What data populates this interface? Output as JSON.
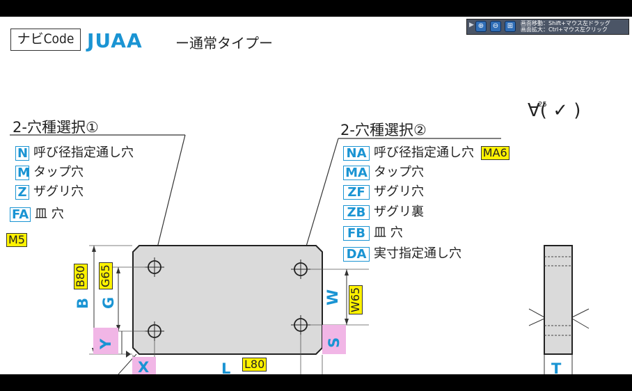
{
  "header": {
    "navi_label": "ナビCode",
    "code": "JUAA",
    "type_label": "ー通常タイプー"
  },
  "toolbar": {
    "line1": "画面移動：Shift+マウス左ドラッグ",
    "line2": "画面拡大：Ctrl+マウス左クリック",
    "buttons": [
      "zoom-in",
      "zoom-out",
      "zoom-fit"
    ]
  },
  "roughness": {
    "value": "25",
    "symbol": "∀( ✓ )"
  },
  "hole1": {
    "title": "2-穴種選択①",
    "options": [
      {
        "code": "N",
        "label": "呼び径指定通し穴"
      },
      {
        "code": "M",
        "label": "タップ穴"
      },
      {
        "code": "Z",
        "label": "ザグリ穴"
      },
      {
        "code": "FA",
        "label": "皿 穴"
      }
    ],
    "value": "M5"
  },
  "hole2": {
    "title": "2-穴種選択②",
    "options": [
      {
        "code": "NA",
        "label": "呼び径指定通し穴"
      },
      {
        "code": "MA",
        "label": "タップ穴"
      },
      {
        "code": "ZF",
        "label": "ザグリ穴"
      },
      {
        "code": "ZB",
        "label": "ザグリ裏"
      },
      {
        "code": "FB",
        "label": "皿 穴"
      },
      {
        "code": "DA",
        "label": "実寸指定通し穴"
      }
    ],
    "value": "MA6"
  },
  "dims": {
    "B": {
      "letter": "B",
      "value": "B80"
    },
    "G": {
      "letter": "G",
      "value": "G65"
    },
    "Y": {
      "letter": "Y"
    },
    "X": {
      "letter": "X"
    },
    "L": {
      "letter": "L",
      "value": "L80"
    },
    "W": {
      "letter": "W",
      "value": "W65"
    },
    "S": {
      "letter": "S"
    },
    "T": {
      "letter": "T"
    }
  },
  "colors": {
    "accent": "#1a94d3",
    "highlight": "#fff200",
    "pink": "#f1b6e6",
    "plate": "#dadada"
  }
}
